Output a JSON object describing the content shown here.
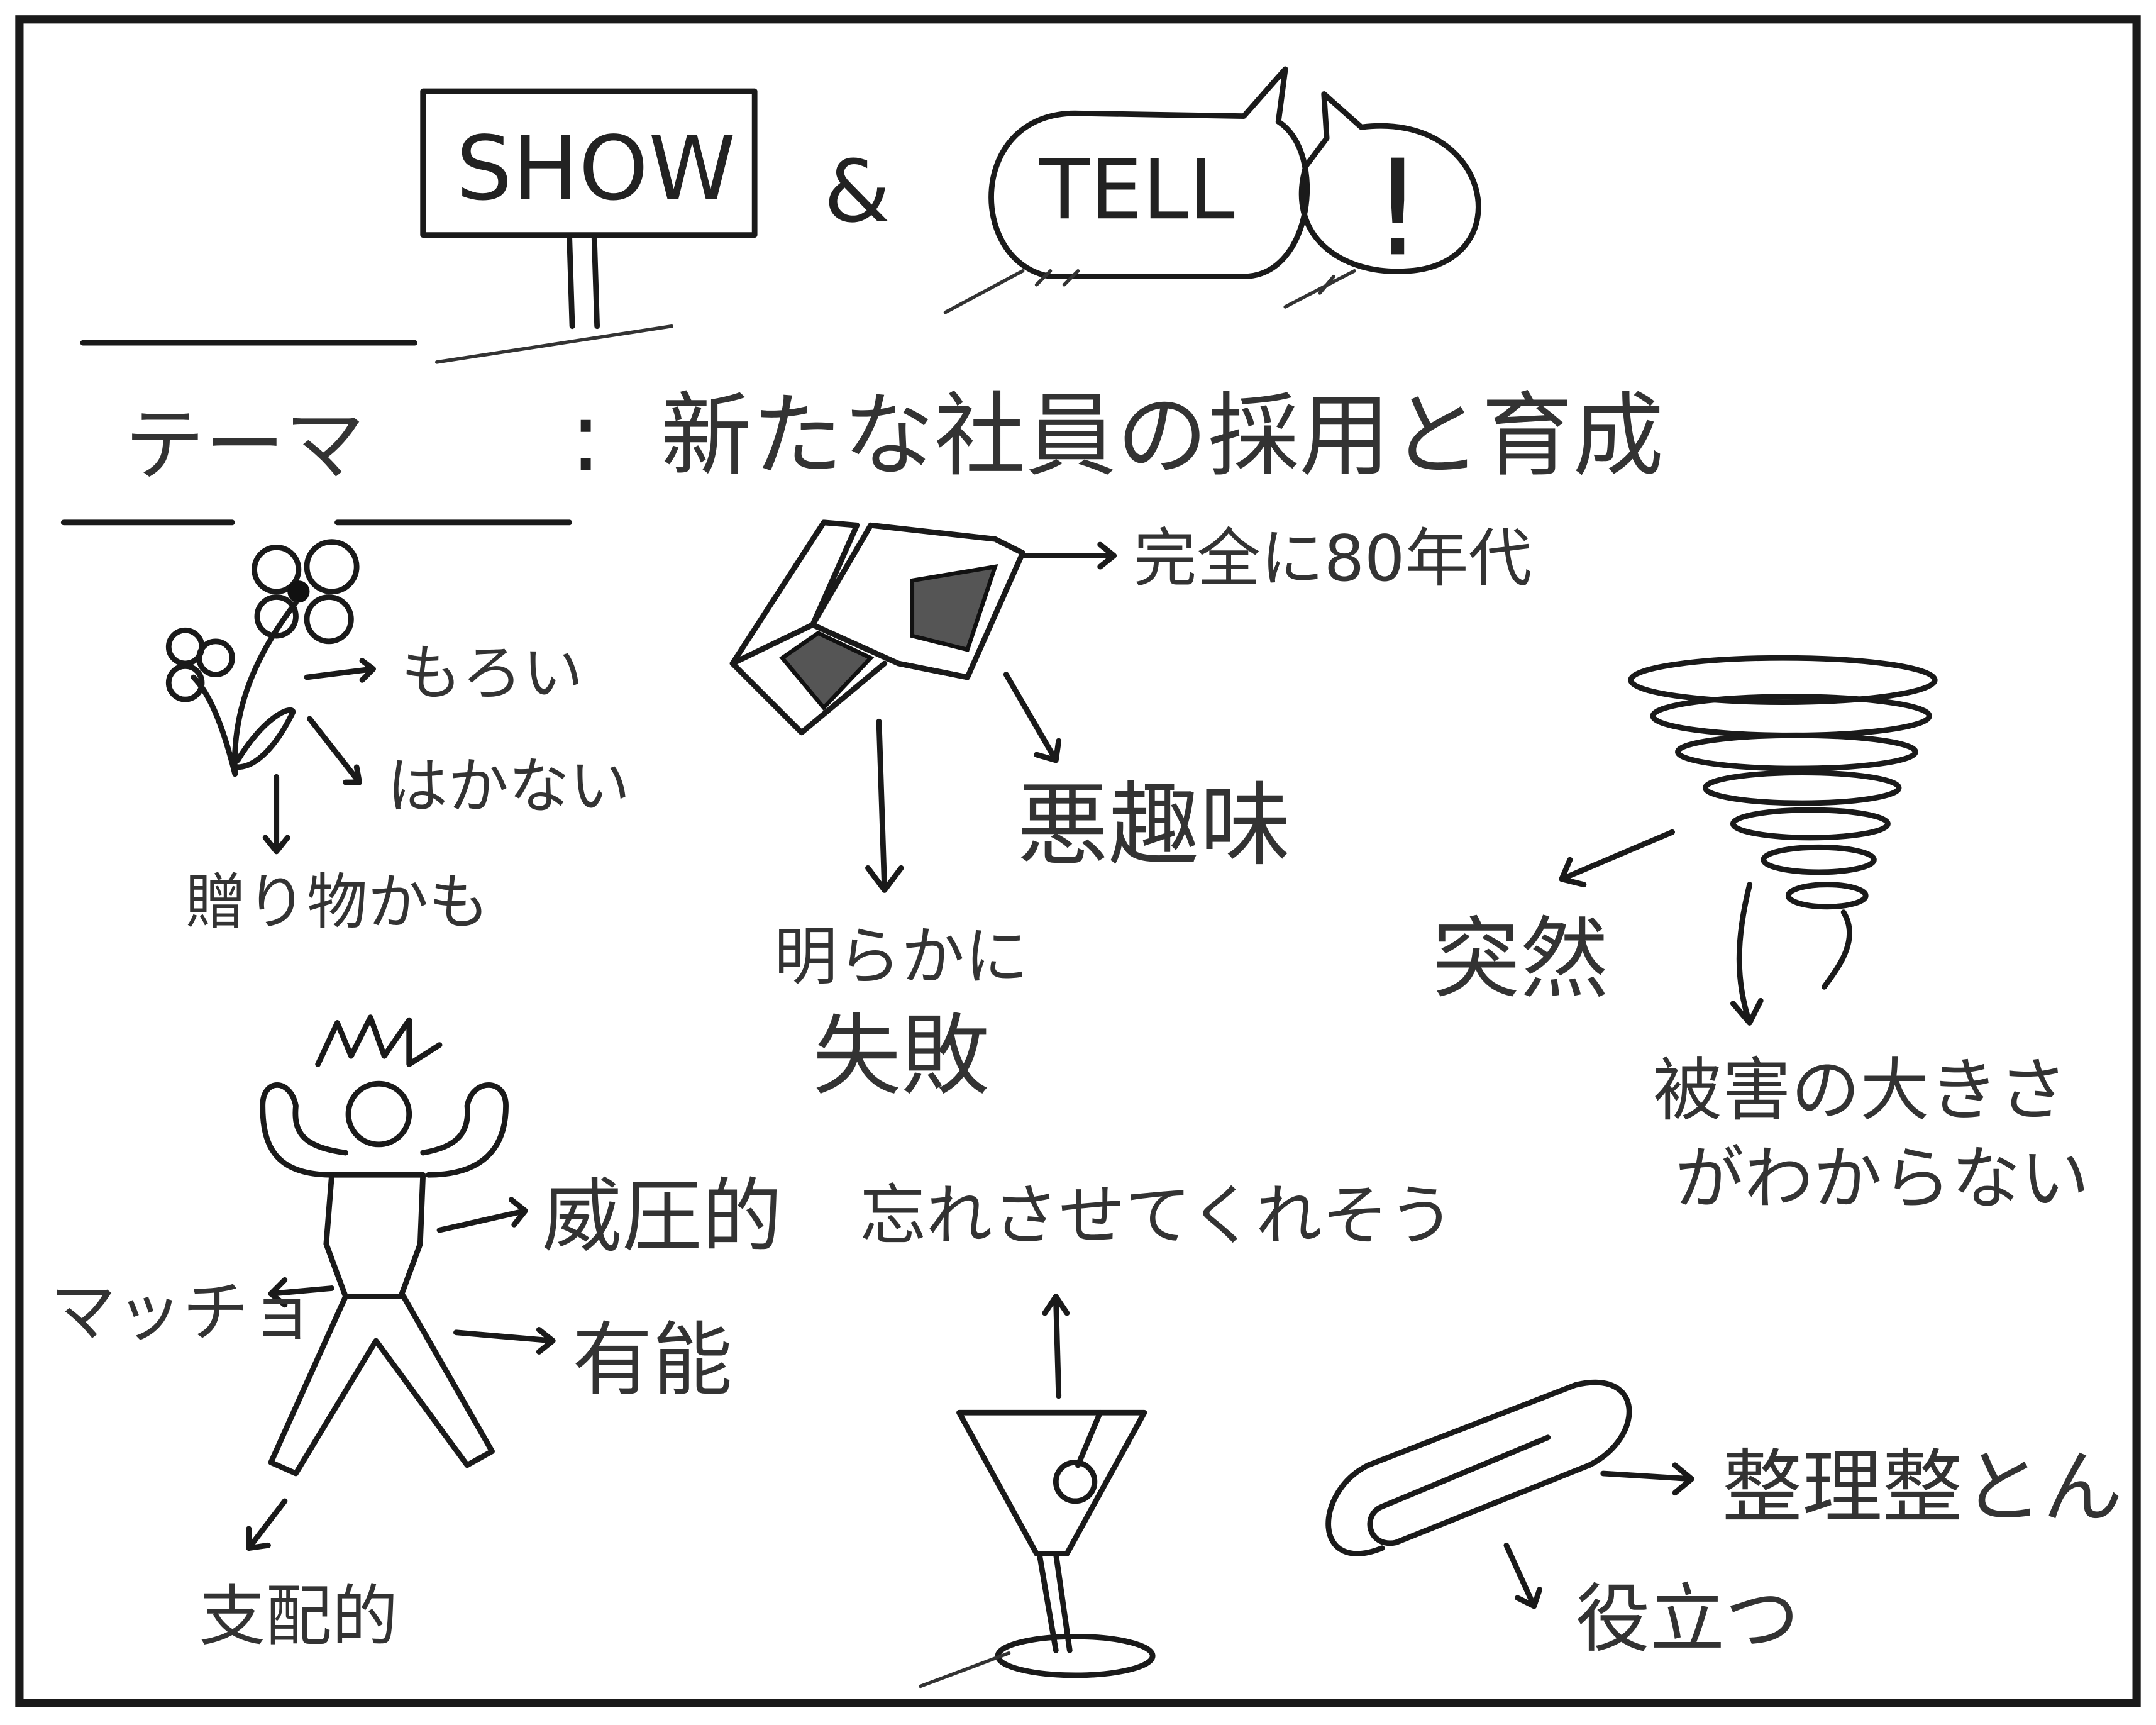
{
  "header": {
    "show": "SHOW",
    "ampersand": "&",
    "tell": "TELL",
    "exclaim": "!"
  },
  "theme": {
    "label": "テーマ",
    "separator": ":",
    "value": "新たな社員の採用と育成"
  },
  "flower": {
    "notes": [
      "もろい",
      "はかない",
      "贈り物かも"
    ]
  },
  "glasses": {
    "notes": [
      "完全に80年代",
      "悪趣味",
      "明らかに",
      "失敗"
    ]
  },
  "tornado": {
    "notes": [
      "突然",
      "被害の大きさ",
      "がわからない"
    ]
  },
  "strongman": {
    "notes": [
      "威圧的",
      "マッチョ",
      "有能",
      "支配的"
    ]
  },
  "cocktail": {
    "notes": [
      "忘れさせてくれそう"
    ]
  },
  "paperclip": {
    "notes": [
      "整理整とん",
      "役立つ"
    ]
  },
  "colors": {
    "ink": "#1a1a1a",
    "paper": "#ffffff"
  }
}
